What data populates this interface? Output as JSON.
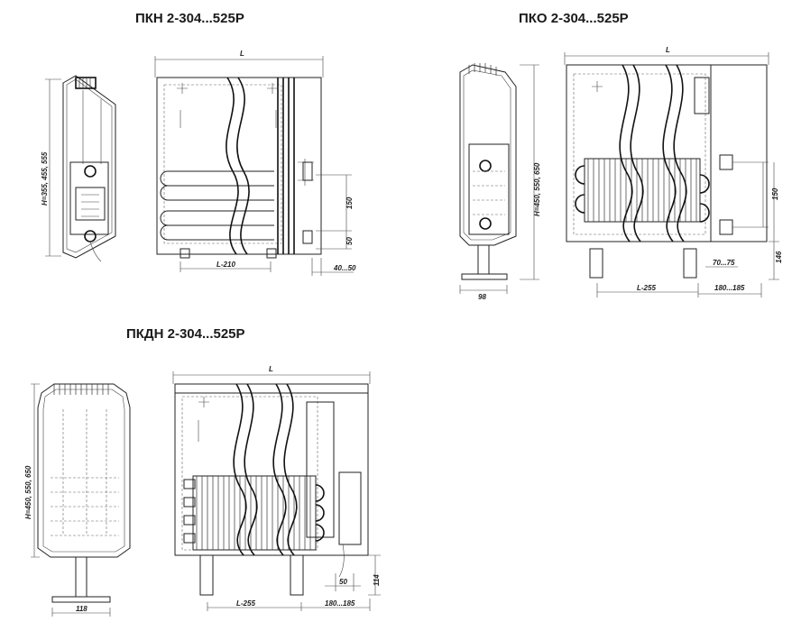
{
  "titles": {
    "pkn": "ПКН 2-304...525Р",
    "pko": "ПКО 2-304...525Р",
    "pkdn": "ПКДН 2-304...525Р"
  },
  "dims": {
    "L": "L",
    "pkn_h": "H=355, 455, 555",
    "pkn_l210": "L-210",
    "pkn_40_50": "40...50",
    "pkn_150": "150",
    "pkn_50": "50",
    "pko_h": "H=450, 550, 650",
    "pko_98": "98",
    "pko_l255": "L-255",
    "pko_180_185": "180...185",
    "pko_70_75": "70...75",
    "pko_150": "150",
    "pko_146": "146",
    "pkdn_h": "H=450, 550, 650",
    "pkdn_118": "118",
    "pkdn_l255": "L-255",
    "pkdn_180_185": "180...185",
    "pkdn_50": "50",
    "pkdn_114": "114"
  }
}
